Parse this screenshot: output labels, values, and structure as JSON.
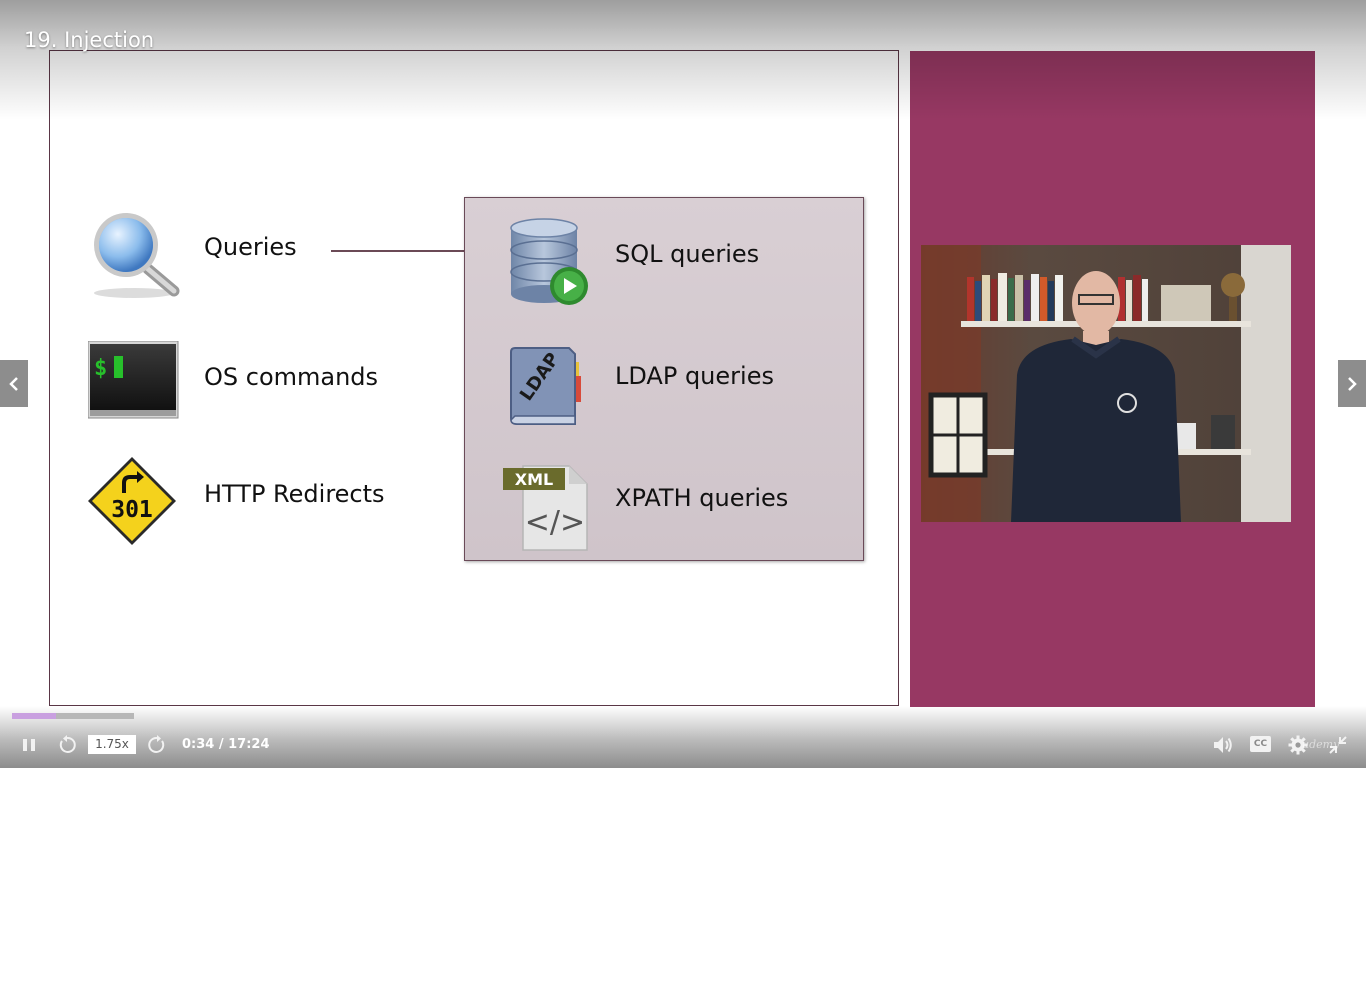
{
  "lecture": {
    "title": "19. Injection"
  },
  "slide": {
    "items": [
      {
        "label": "Queries",
        "icon": "magnifier-icon"
      },
      {
        "label": "OS commands",
        "icon": "terminal-icon"
      },
      {
        "label": "HTTP Redirects",
        "icon": "redirect-sign-icon",
        "sign_text": "301"
      }
    ],
    "sub_items": [
      {
        "label": "SQL queries",
        "icon": "database-icon"
      },
      {
        "label": "LDAP queries",
        "icon": "ldap-book-icon",
        "badge": "LDAP"
      },
      {
        "label": "XPATH queries",
        "icon": "xml-file-icon",
        "badge": "XML",
        "glyph": "</>"
      }
    ],
    "colors": {
      "accent": "#973863",
      "box_bg": "#d5cbd0",
      "border": "#5a3646"
    }
  },
  "player": {
    "progress": 0.033,
    "speed": "1.75x",
    "time": "0:34 / 17:24",
    "watermark": "udemy",
    "controls": [
      "pause-icon",
      "rewind-icon",
      "forward-icon",
      "volume-icon",
      "captions-icon",
      "settings-icon",
      "fullscreen-exit-icon"
    ],
    "captions_label": "CC"
  }
}
